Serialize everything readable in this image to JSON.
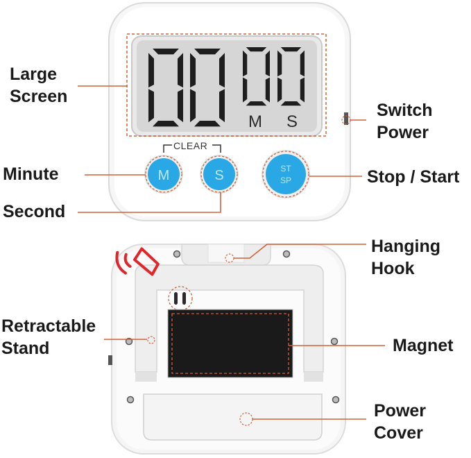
{
  "front": {
    "display": {
      "digits": "0000",
      "unit_minutes": "M",
      "unit_seconds": "S"
    },
    "clear_label": "CLEAR",
    "buttons": {
      "minute": "M",
      "second": "S",
      "stop_start_top": "ST",
      "stop_start_bottom": "SP"
    }
  },
  "callouts": {
    "large_screen": [
      "Large",
      "Screen"
    ],
    "switch_power": [
      "Switch",
      "Power"
    ],
    "minute": "Minute",
    "second": "Second",
    "stop_start": "Stop / Start",
    "hanging_hook": [
      "Hanging",
      "Hook"
    ],
    "retractable_stand": [
      "Retractable",
      "Stand"
    ],
    "magnet": "Magnet",
    "power_cover": [
      "Power",
      "Cover"
    ]
  },
  "colors": {
    "callout_line": "#d0603a",
    "button_blue": "#2aa8e6",
    "alarm_red": "#e0252b",
    "lcd": "#d6d6d6"
  }
}
